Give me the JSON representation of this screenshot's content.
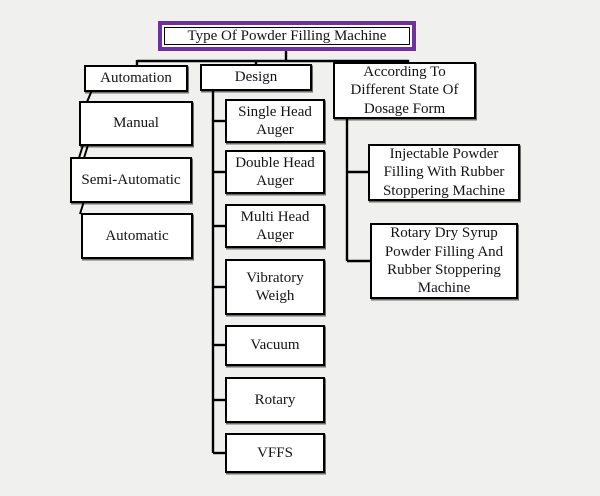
{
  "diagram": {
    "root": {
      "label": "Type Of Powder Filling Machine"
    },
    "branches": [
      {
        "label": "Automation",
        "children": [
          {
            "label": "Manual"
          },
          {
            "label": "Semi-Automatic"
          },
          {
            "label": "Automatic"
          }
        ]
      },
      {
        "label": "Design",
        "children": [
          {
            "label": "Single Head\nAuger"
          },
          {
            "label": "Double Head\nAuger"
          },
          {
            "label": "Multi Head\nAuger"
          },
          {
            "label": "Vibratory\nWeigh"
          },
          {
            "label": "Vacuum"
          },
          {
            "label": "Rotary"
          },
          {
            "label": "VFFS"
          }
        ]
      },
      {
        "label": "According To\nDifferent State Of\nDosage Form",
        "children": [
          {
            "label": "Injectable Powder\nFilling With Rubber\nStoppering Machine"
          },
          {
            "label": "Rotary Dry Syrup\nPowder Filling And\nRubber Stoppering\nMachine"
          }
        ]
      }
    ],
    "colors": {
      "accent_border": "#7030a0",
      "line_color": "#000000",
      "box_fill": "#ffffff",
      "text_color": "#141414",
      "page_bg": "#f0f0ee"
    }
  }
}
